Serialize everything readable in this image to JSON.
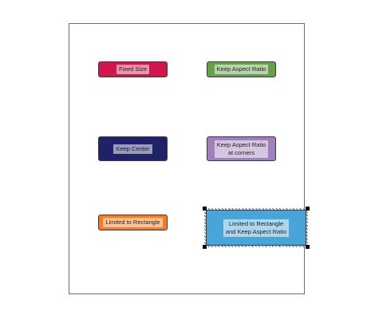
{
  "shapes": [
    {
      "label": "Fixed Size",
      "color": "#d0164b"
    },
    {
      "label": "Keep Aspect Ratio",
      "color": "#64a14a"
    },
    {
      "label": "Keep Center",
      "color": "#1f2266"
    },
    {
      "label": "Keep Aspect Ratio\nat corners",
      "color": "#a07fbd"
    },
    {
      "label": "Limited to Rectangle",
      "color": "#fb7a1c"
    },
    {
      "label": "Limited to Rectangle\nand Keep Aspect Ratio",
      "color": "#49a5d8",
      "selected": true
    }
  ],
  "colors": {
    "canvas_border": "#6e6e6e",
    "handle": "#000000"
  }
}
